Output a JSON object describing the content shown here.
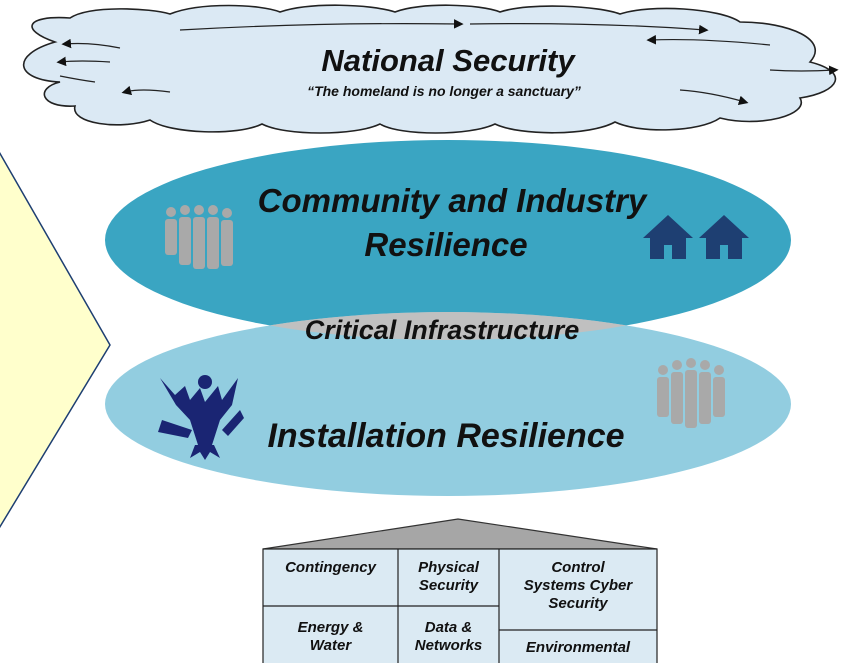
{
  "cloud": {
    "title": "National Security",
    "subtitle": "“The homeland is no longer a sanctuary”"
  },
  "community": {
    "line1": "Community and Industry",
    "line2": "Resilience"
  },
  "overlap": {
    "label": "Critical Infrastructure"
  },
  "installation": {
    "label": "Installation Resilience"
  },
  "table": {
    "cells": {
      "contingency": "Contingency",
      "physical_1": "Physical",
      "physical_2": "Security",
      "control_1": "Control",
      "control_2": "Systems Cyber",
      "control_3": "Security",
      "energy_1": "Energy &",
      "energy_2": "Water",
      "data_1": "Data &",
      "data_2": "Networks",
      "environmental": "Environmental"
    }
  },
  "icons": [
    "people-icon",
    "house-icon",
    "eagle-seal-icon"
  ],
  "colors": {
    "cloud_fill": "#dbe9f4",
    "community_ellipse": "#3aa5c2",
    "installation_ellipse": "#92cde0",
    "overlap": "#c0c0c0",
    "arrow_fill": "#ffffcc",
    "house": "#1e3f72",
    "people": "#a9a9a9",
    "eagle": "#1a2573",
    "table_fill": "#dbeaf3"
  }
}
